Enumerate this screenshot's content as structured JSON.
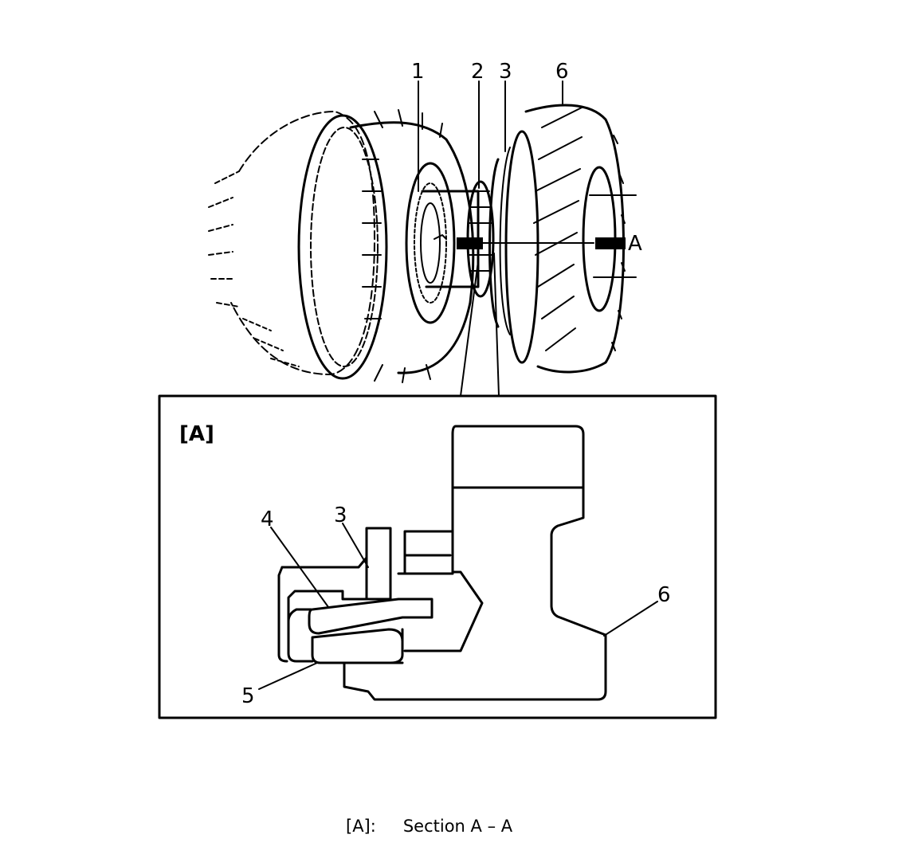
{
  "callouts": {
    "c1": "1",
    "c2": "2",
    "c3": "3",
    "c6": "6",
    "section_marker": "A"
  },
  "section_view": {
    "tag": "[A]",
    "callouts": {
      "c3": "3",
      "c4": "4",
      "c5": "5",
      "c6": "6"
    }
  },
  "caption": {
    "key": "[A]:",
    "text": "Section A – A"
  },
  "colors": {
    "ink": "#000000",
    "background": "#ffffff"
  }
}
